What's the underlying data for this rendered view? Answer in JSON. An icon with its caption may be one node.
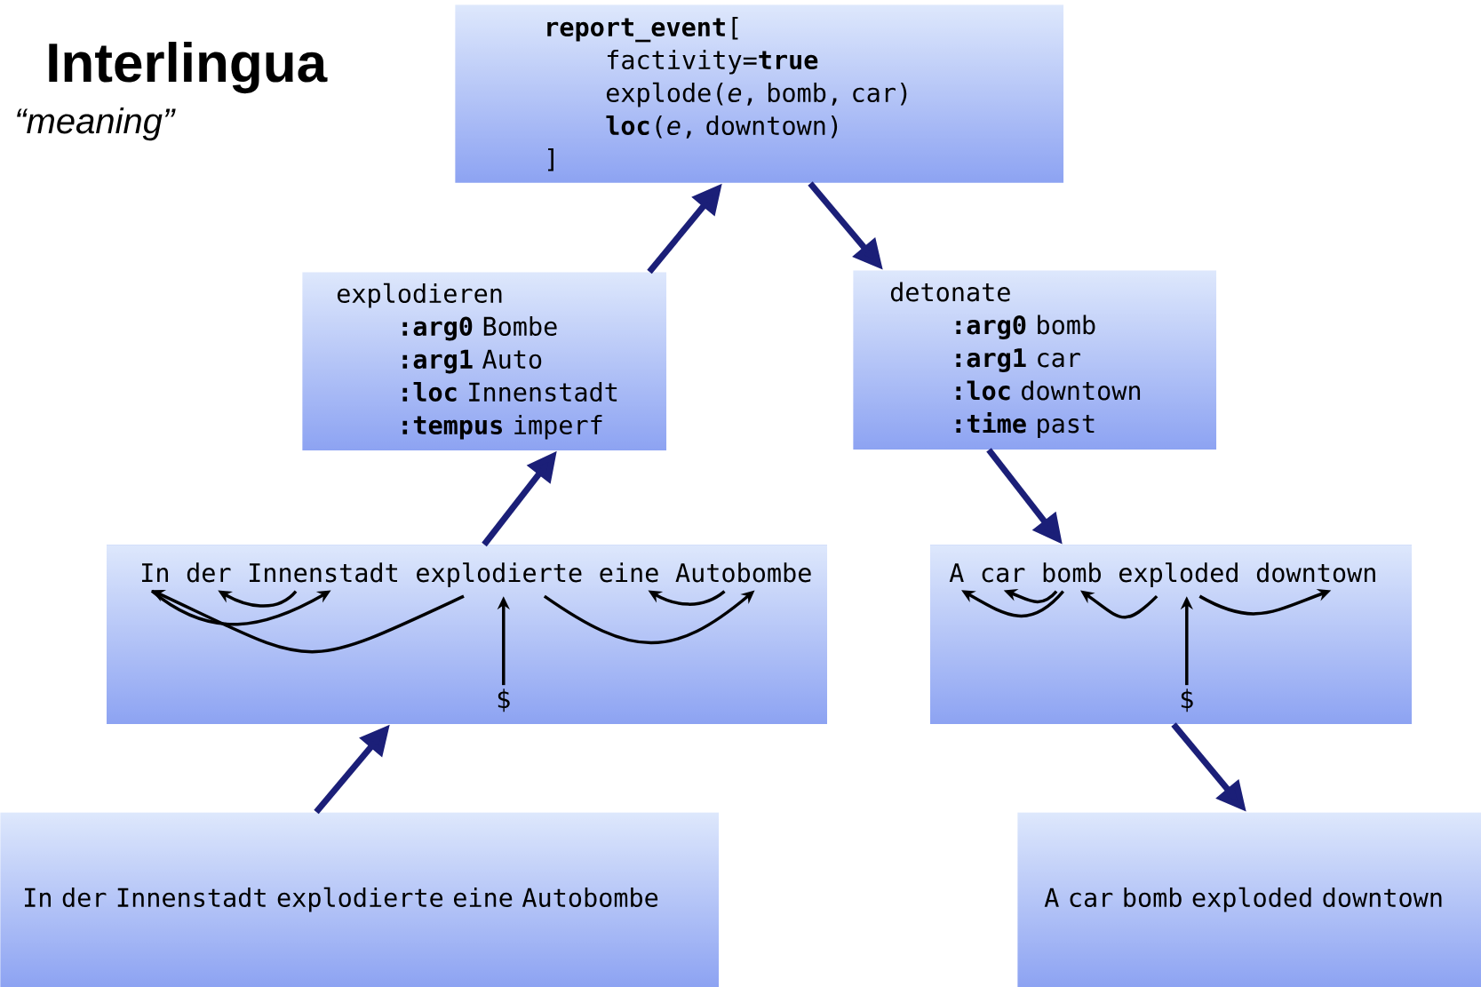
{
  "diagram": {
    "title": "Interlingua",
    "nodes": [
      {
        "text": [
          "**report_event**[",
          "factivity=**true**",
          "explode(*e*, bomb, car)",
          "**loc**(*e*, downtown)",
          "]"
        ]
      },
      {
        "text": [
          "explodieren",
          "**:arg0** Bombe",
          "**:arg1** Auto",
          "**:loc** Innenstadt",
          "**:tempus** imperf"
        ]
      },
      {
        "text": [
          "detonate",
          "**:arg0** bomb",
          "**:arg1** car",
          "**:loc** downtown",
          "**:time** past"
        ]
      },
      {
        "text": [],
        "shape": "box"
      },
      {
        "text": [
          "In"
        ],
        "in": 3
      },
      {
        "text": [
          "der"
        ],
        "in": 3
      },
      {
        "text": [
          "Innenstadt"
        ],
        "in": 3
      },
      {
        "text": [
          "explodierte"
        ],
        "in": 3
      },
      {
        "text": [
          "eine"
        ],
        "in": 3
      },
      {
        "text": [
          "Autobombe"
        ],
        "in": 3
      },
      {
        "text": [
          "$"
        ],
        "in": 3
      },
      {
        "text": [],
        "shape": "box"
      },
      {
        "text": [
          "A"
        ],
        "in": 11
      },
      {
        "text": [
          "car"
        ],
        "in": 11
      },
      {
        "text": [
          "bomb"
        ],
        "in": 11
      },
      {
        "text": [
          "exploded"
        ],
        "in": 11
      },
      {
        "text": [
          "downtown"
        ],
        "in": 11
      },
      {
        "text": [
          "$"
        ],
        "in": 11
      },
      {
        "text": [
          "In der Innenstadt explodierte eine Autobombe"
        ]
      },
      {
        "text": [
          "A car bomb exploded downtown"
        ]
      }
    ],
    "edges": [
      {
        "from": 18,
        "to": 3,
        "arrow": "to",
        "style": "thick",
        "color": "#1b1f78"
      },
      {
        "from": 3,
        "to": 1,
        "arrow": "to",
        "style": "thick",
        "color": "#1b1f78"
      },
      {
        "from": 1,
        "to": 0,
        "arrow": "to",
        "style": "thick",
        "color": "#1b1f78"
      },
      {
        "from": 0,
        "to": 2,
        "arrow": "to",
        "style": "thick",
        "color": "#1b1f78"
      },
      {
        "from": 2,
        "to": 11,
        "arrow": "to",
        "style": "thick",
        "color": "#1b1f78"
      },
      {
        "from": 11,
        "to": 19,
        "arrow": "to",
        "style": "thick",
        "color": "#1b1f78"
      },
      {
        "from": 7,
        "to": 4,
        "arrow": "to"
      },
      {
        "from": 4,
        "to": 6,
        "arrow": "to"
      },
      {
        "from": 6,
        "to": 5,
        "arrow": "to"
      },
      {
        "from": 7,
        "to": 9,
        "arrow": "to"
      },
      {
        "from": 9,
        "to": 8,
        "arrow": "to"
      },
      {
        "from": 10,
        "to": 7,
        "arrow": "to"
      },
      {
        "from": 14,
        "to": 12,
        "arrow": "to"
      },
      {
        "from": 14,
        "to": 13,
        "arrow": "to"
      },
      {
        "from": 15,
        "to": 14,
        "arrow": "to"
      },
      {
        "from": 15,
        "to": 16,
        "arrow": "to"
      },
      {
        "from": 17,
        "to": 15,
        "arrow": "to"
      }
    ],
    "labels": [
      "“meaning”"
    ]
  }
}
